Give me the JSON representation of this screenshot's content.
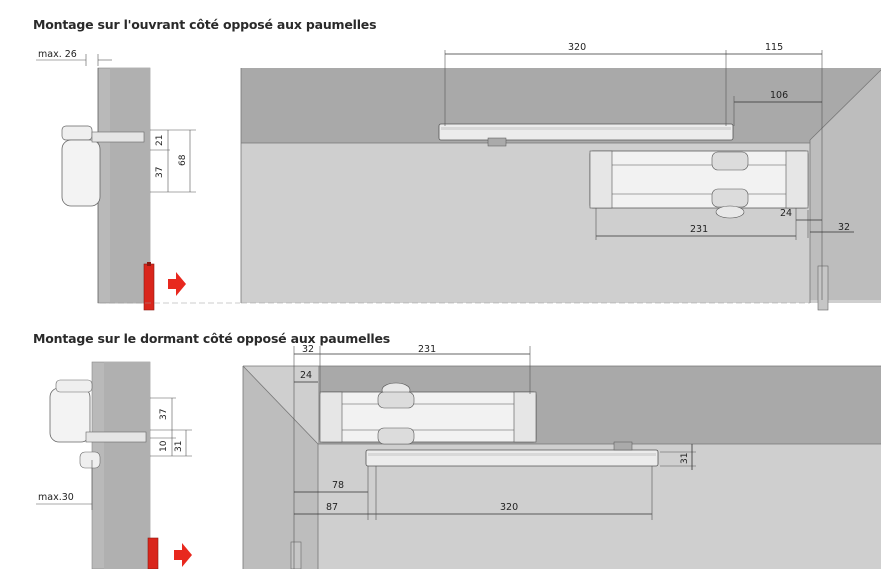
{
  "sections": {
    "top_title": "Montage sur l'ouvrant côté opposé aux paumelles",
    "bottom_title": "Montage sur le dormant côté opposé aux paumelles"
  },
  "top": {
    "side": {
      "max_label": "max. 26",
      "dim_21": "21",
      "dim_37": "37",
      "dim_68": "68"
    },
    "main": {
      "dim_320": "320",
      "dim_115": "115",
      "dim_106": "106",
      "dim_24": "24",
      "dim_231": "231",
      "dim_32": "32"
    }
  },
  "bottom": {
    "side": {
      "max_label": "max.30",
      "dim_37": "37",
      "dim_10": "10",
      "dim_31": "31"
    },
    "main": {
      "dim_32": "32",
      "dim_231": "231",
      "dim_24": "24",
      "dim_31": "31",
      "dim_78": "78",
      "dim_87": "87",
      "dim_320": "320"
    }
  },
  "colors": {
    "wall_dark": "#a9a9a9",
    "wall_light": "#cfcfcf",
    "door_gray": "#b4b4b4",
    "hinge_red": "#d9261c",
    "arrow_red": "#e8281e"
  }
}
